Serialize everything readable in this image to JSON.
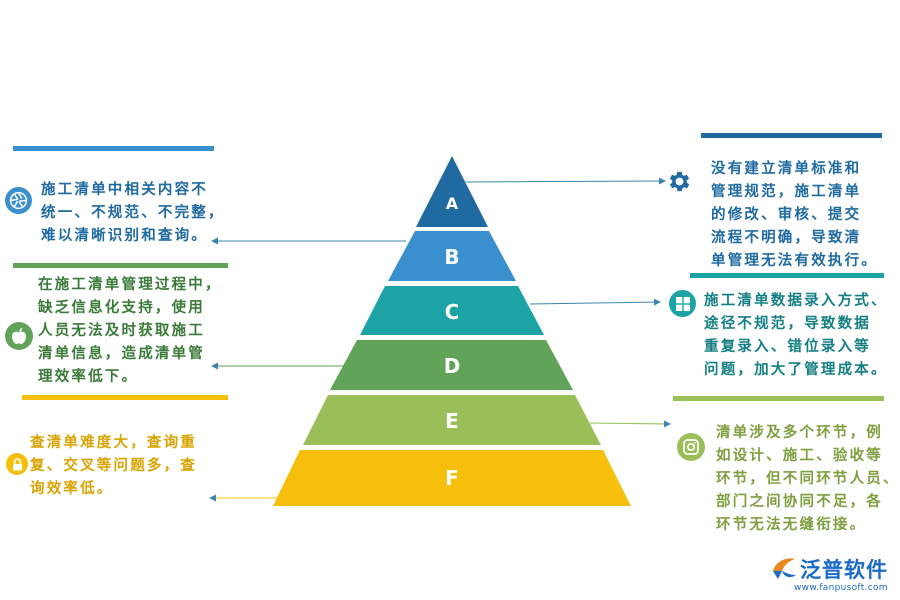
{
  "colors": {
    "level_a": "#1f6aa0",
    "level_b": "#3a8fce",
    "level_c": "#1ba3a6",
    "level_d": "#62a35a",
    "level_e": "#9bbf58",
    "level_f": "#f5bf0b",
    "arrow": "#3d85b0",
    "logo_blue": "#1a6ac7"
  },
  "pyramid": {
    "levels": [
      {
        "key": "a",
        "label": "A"
      },
      {
        "key": "b",
        "label": "B"
      },
      {
        "key": "c",
        "label": "C"
      },
      {
        "key": "d",
        "label": "D"
      },
      {
        "key": "e",
        "label": "E"
      },
      {
        "key": "f",
        "label": "F"
      }
    ]
  },
  "left_panels": [
    {
      "icon": "camera-aperture-icon",
      "lines": [
        "施工清单中相关内容不",
        "统一、不规范、不完整，",
        "难以清晰识别和查询。"
      ]
    },
    {
      "icon": "apple-icon",
      "lines": [
        "在施工清单管理过程中，",
        "缺乏信息化支持，使用",
        "人员无法及时获取施工",
        "清单信息，造成清单管",
        "理效率低下。"
      ]
    },
    {
      "icon": "lock-icon",
      "lines": [
        "查清单难度大，查询重",
        "复、交叉等问题多，查",
        "询效率低。"
      ]
    }
  ],
  "right_panels": [
    {
      "icon": "gear-icon",
      "lines": [
        "没有建立清单标准和",
        "管理规范，施工清单",
        "的修改、审核、提交",
        "流程不明确，导致清",
        "单管理无法有效执行。"
      ]
    },
    {
      "icon": "windows-icon",
      "lines": [
        "施工清单数据录入方式、",
        "途径不规范，导致数据",
        "重复录入、错位录入等",
        "问题，加大了管理成本。"
      ]
    },
    {
      "icon": "instagram-icon",
      "lines": [
        "清单涉及多个环节，例",
        "如设计、施工、验收等",
        "环节，但不同环节人员、",
        "部门之间协同不足，各",
        "环节无法无缝衔接。"
      ]
    }
  ],
  "logo": {
    "name": "泛普软件",
    "url": "www.fanpusoft.com"
  }
}
